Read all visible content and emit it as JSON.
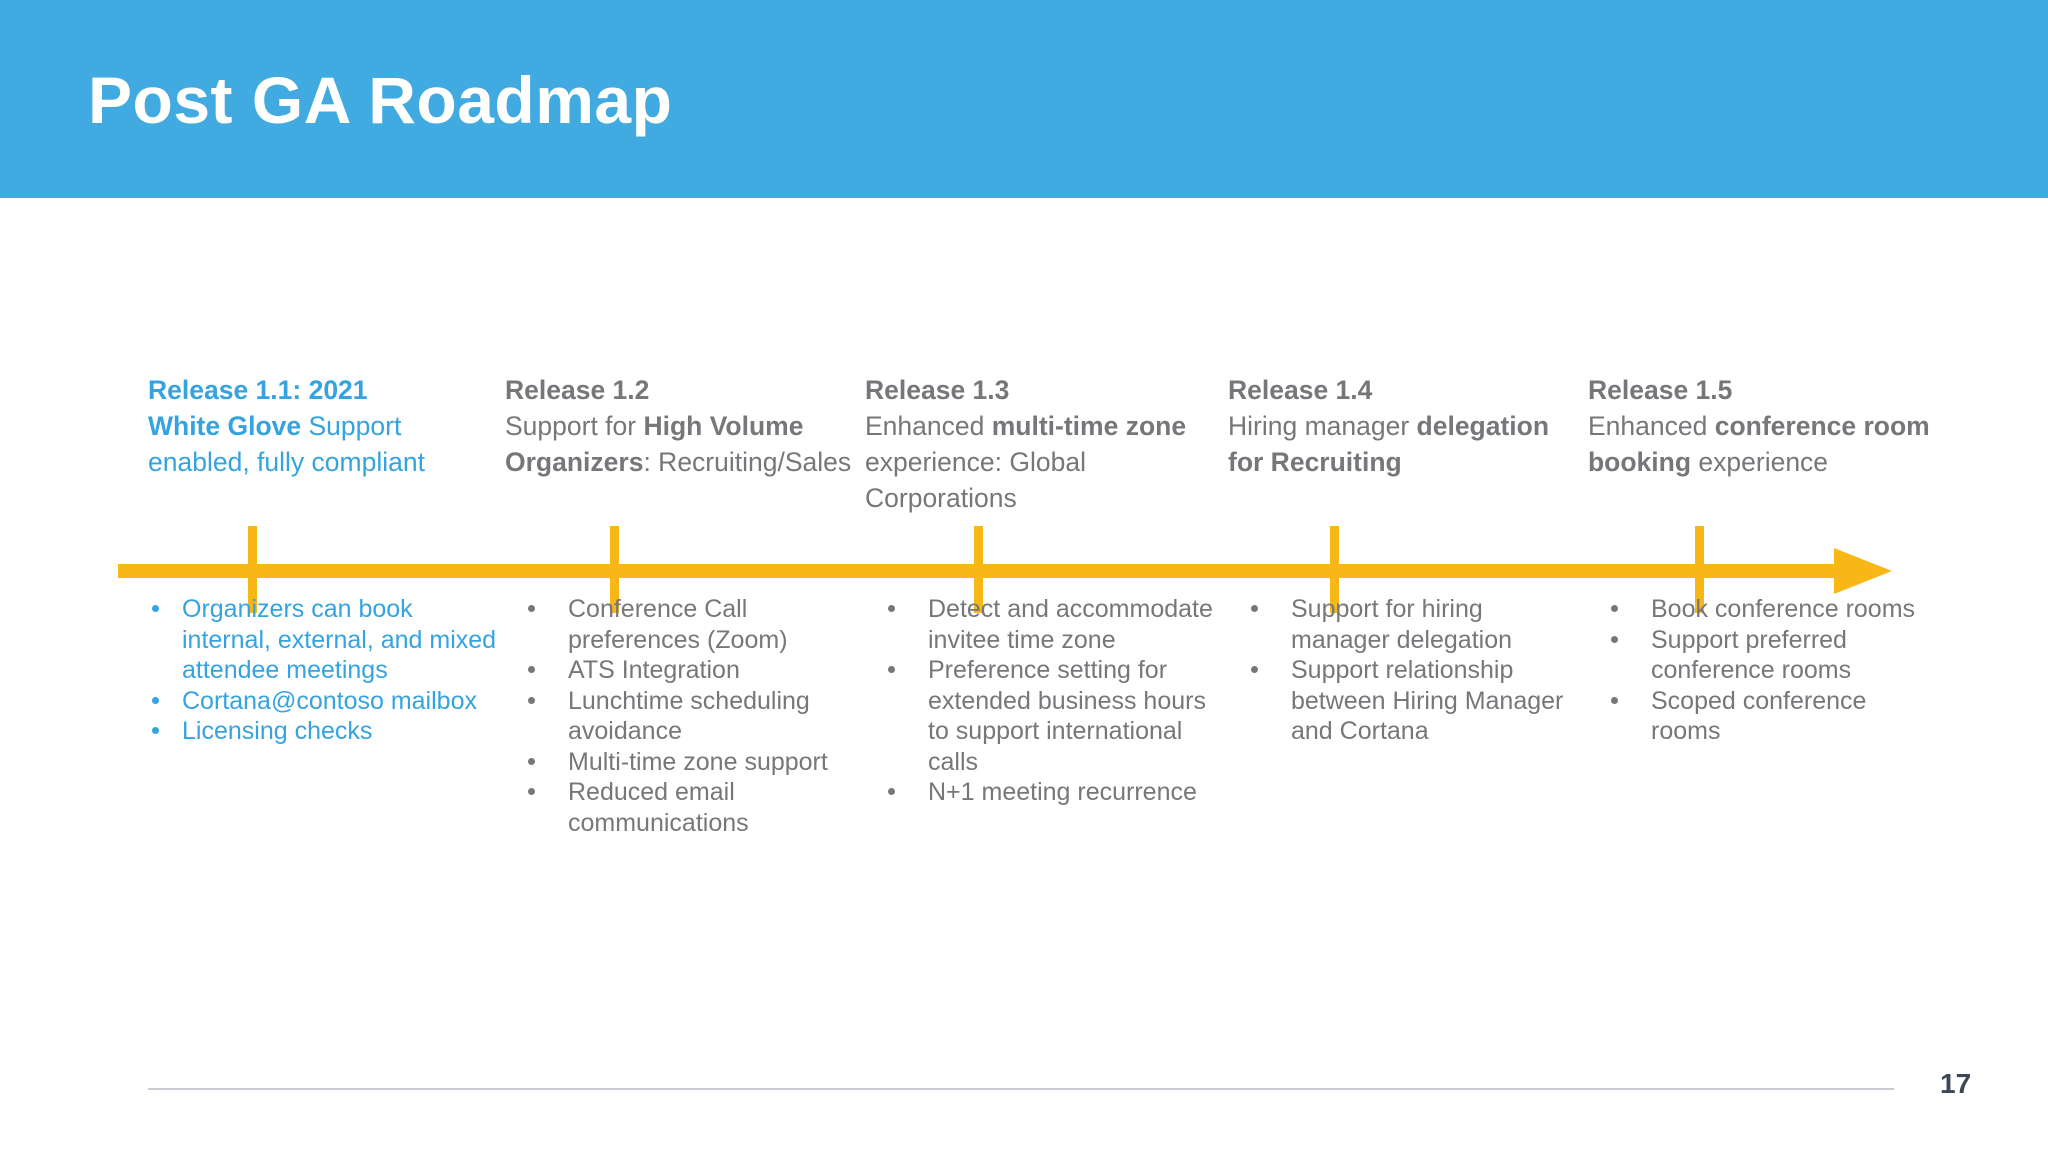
{
  "header": {
    "title": "Post GA Roadmap",
    "band_color": "#41abe1"
  },
  "timeline": {
    "color": "#f7b817",
    "tick_count": 5
  },
  "colors": {
    "accent_blue": "#35a3e0",
    "body_gray": "#76777a",
    "timeline_amber": "#f7b817",
    "page_number": "#3c4758",
    "rule": "#c9cad2"
  },
  "columns": [
    {
      "id": "release-1-1",
      "highlighted": true,
      "heading_parts": [
        {
          "text": "Release 1.1: 2021",
          "bold": true
        },
        {
          "text": "White Glove ",
          "bold": true
        },
        {
          "text": "Support enabled, fully compliant",
          "bold": false
        }
      ],
      "heading_plain": "Release 1.1: 2021 White Glove Support enabled, fully compliant",
      "bullets": [
        "Organizers can book internal, external, and mixed attendee meetings",
        "Cortana@contoso mailbox",
        "Licensing checks"
      ]
    },
    {
      "id": "release-1-2",
      "highlighted": false,
      "heading_parts": [
        {
          "text": "Release 1.2",
          "bold": true
        },
        {
          "text": "Support for ",
          "bold": false
        },
        {
          "text": "High Volume Organizers",
          "bold": true
        },
        {
          "text": ": Recruiting/Sales",
          "bold": false
        }
      ],
      "heading_plain": "Release 1.2 Support for High Volume Organizers: Recruiting/Sales",
      "bullets": [
        "Conference Call preferences (Zoom)",
        "ATS Integration",
        "Lunchtime scheduling avoidance",
        "Multi-time zone support",
        "Reduced email communications"
      ]
    },
    {
      "id": "release-1-3",
      "highlighted": false,
      "heading_parts": [
        {
          "text": "Release 1.3",
          "bold": true
        },
        {
          "text": "Enhanced ",
          "bold": false
        },
        {
          "text": "multi-time zone",
          "bold": true
        },
        {
          "text": " experience: Global Corporations",
          "bold": false
        }
      ],
      "heading_plain": "Release 1.3 Enhanced multi-time zone experience: Global Corporations",
      "bullets": [
        "Detect and accommodate invitee time zone",
        "Preference setting for extended business hours to support international calls",
        "N+1 meeting recurrence"
      ]
    },
    {
      "id": "release-1-4",
      "highlighted": false,
      "heading_parts": [
        {
          "text": "Release 1.4",
          "bold": true
        },
        {
          "text": "Hiring manager ",
          "bold": false
        },
        {
          "text": "delegation for Recruiting",
          "bold": true
        }
      ],
      "heading_plain": "Release 1.4 Hiring manager delegation for Recruiting",
      "bullets": [
        "Support for hiring manager delegation",
        "Support relationship between Hiring Manager and Cortana"
      ]
    },
    {
      "id": "release-1-5",
      "highlighted": false,
      "heading_parts": [
        {
          "text": "Release 1.5",
          "bold": true
        },
        {
          "text": "Enhanced ",
          "bold": false
        },
        {
          "text": "conference room booking",
          "bold": true
        },
        {
          "text": " experience",
          "bold": false
        }
      ],
      "heading_plain": "Release 1.5 Enhanced conference room booking experience",
      "bullets": [
        "Book conference rooms",
        "Support preferred conference rooms",
        "Scoped conference rooms"
      ]
    }
  ],
  "footer": {
    "page_number": "17"
  }
}
